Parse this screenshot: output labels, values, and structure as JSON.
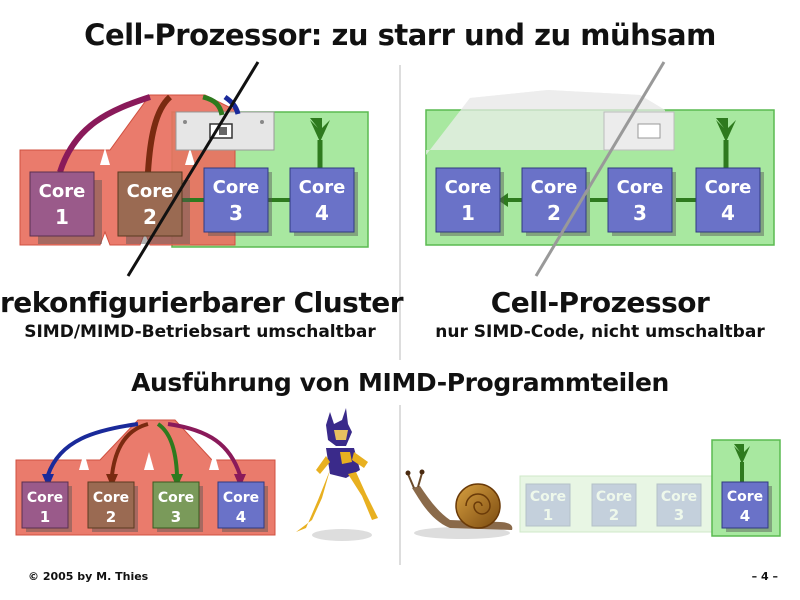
{
  "title": "Cell-Prozessor: zu starr und zu mühsam",
  "left_caption": "rekonfigurierbarer Cluster",
  "left_subcaption": "SIMD/MIMD-Betriebsart umschaltbar",
  "right_caption": "Cell-Prozessor",
  "right_subcaption": "nur SIMD-Code, nicht umschaltbar",
  "section_heading": "Ausführung von MIMD-Programmteilen",
  "core_word": "Core",
  "core_numbers": [
    "1",
    "2",
    "3",
    "4"
  ],
  "footer_left": "© 2005 by M. Thies",
  "footer_right": "– 4 –",
  "colors": {
    "cluster_red": "#e87060",
    "green_panel": "#a8e8a0",
    "core_blue": "#6a72c8",
    "core_purple": "#9a5a8a",
    "core_brown": "#9a6a52",
    "core_green": "#7a9a5a",
    "arrow_purple": "#8a1a5a",
    "arrow_brown": "#7a2a10",
    "arrow_green": "#2e7a1e",
    "arrow_blue": "#1a2a9a"
  },
  "icons": [
    "runner-superhero-icon",
    "snail-icon",
    "switch-icon"
  ]
}
